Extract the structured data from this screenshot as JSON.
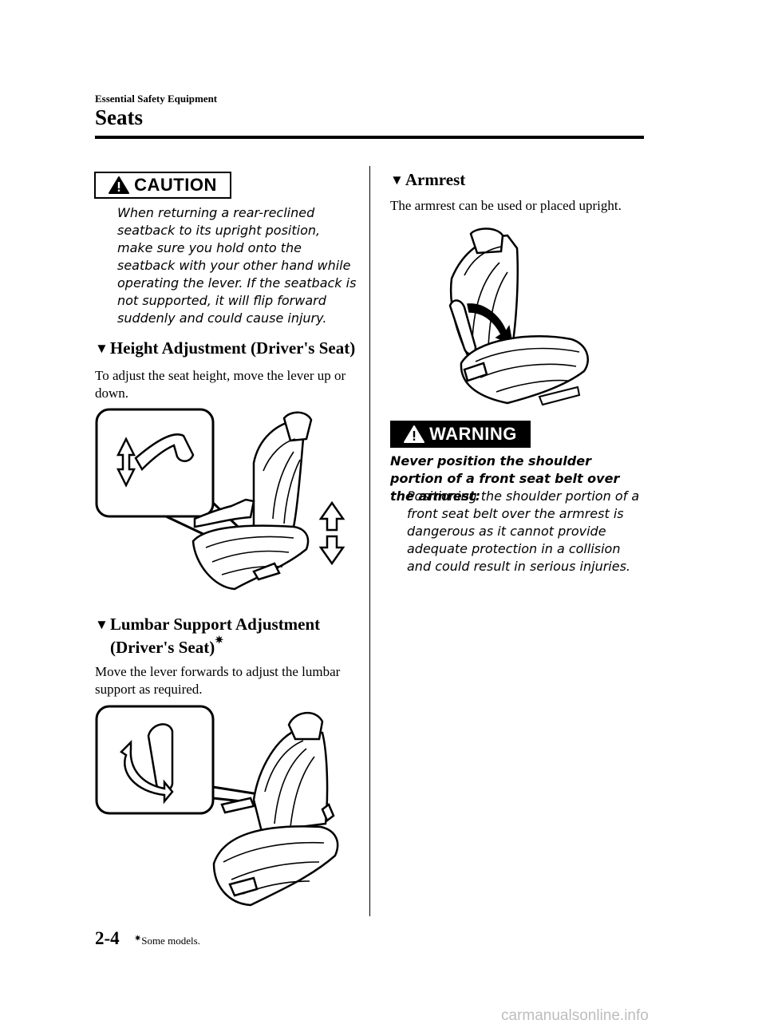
{
  "header": {
    "section_label": "Essential Safety Equipment",
    "page_title": "Seats"
  },
  "caution": {
    "label": "CAUTION",
    "text": "When returning a rear-reclined seatback to its upright position, make sure you hold onto the seatback with your other hand while operating the lever. If the seatback is not supported, it will flip forward suddenly and could cause injury."
  },
  "height_adjustment": {
    "marker": "▼",
    "heading": "Height Adjustment (Driver's Seat)",
    "text": "To adjust the seat height, move the lever up or down."
  },
  "lumbar_support": {
    "marker": "▼",
    "heading_line1": "Lumbar Support Adjustment",
    "heading_line2": "(Driver's Seat)",
    "star": "✷",
    "text": "Move the lever forwards to adjust the lumbar support as required."
  },
  "armrest": {
    "marker": "▼",
    "heading": "Armrest",
    "text": "The armrest can be used or placed upright."
  },
  "warning": {
    "label": "WARNING",
    "bold_text": "Never position the shoulder portion of a front seat belt over the armrest:",
    "text": "Positioning the shoulder portion of a front seat belt over the armrest is dangerous as it cannot provide adequate protection in a collision and could result in serious injuries."
  },
  "footer": {
    "page_number": "2-4",
    "star": "✷",
    "note": "Some models."
  },
  "watermark": "carmanualsonline.info",
  "icons": {
    "alert": "warning-triangle-icon",
    "section_marker": "down-triangle-icon"
  }
}
